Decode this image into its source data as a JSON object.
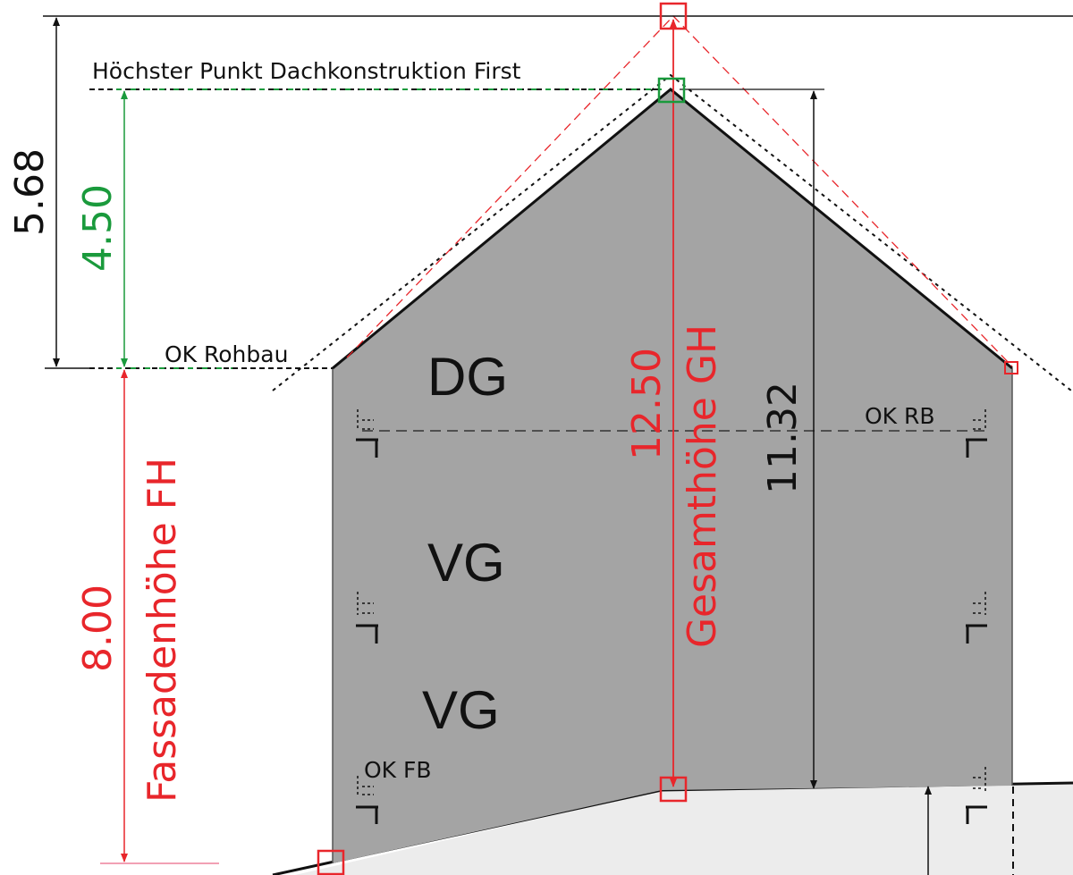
{
  "labels": {
    "highest_point": "Höchster Punkt Dachkonstruktion First",
    "ok_rohbau": "OK Rohbau",
    "ok_rb": "OK RB",
    "ok_fb": "OK FB",
    "floor_dg": "DG",
    "floor_vg_upper": "VG",
    "floor_vg_lower": "VG"
  },
  "dimensions": {
    "total_left": "5.68",
    "roof_green": "4.50",
    "facade_value": "8.00",
    "facade_label": "Fassadenhöhe FH",
    "total_height_value": "12.50",
    "total_height_label": "Gesamthöhe GH",
    "building_height": "11.32"
  },
  "colors": {
    "building_fill": "#a4a4a4",
    "ground_fill": "#ececec",
    "red": "#e8262b",
    "green": "#1a9a3c",
    "black": "#111111"
  }
}
